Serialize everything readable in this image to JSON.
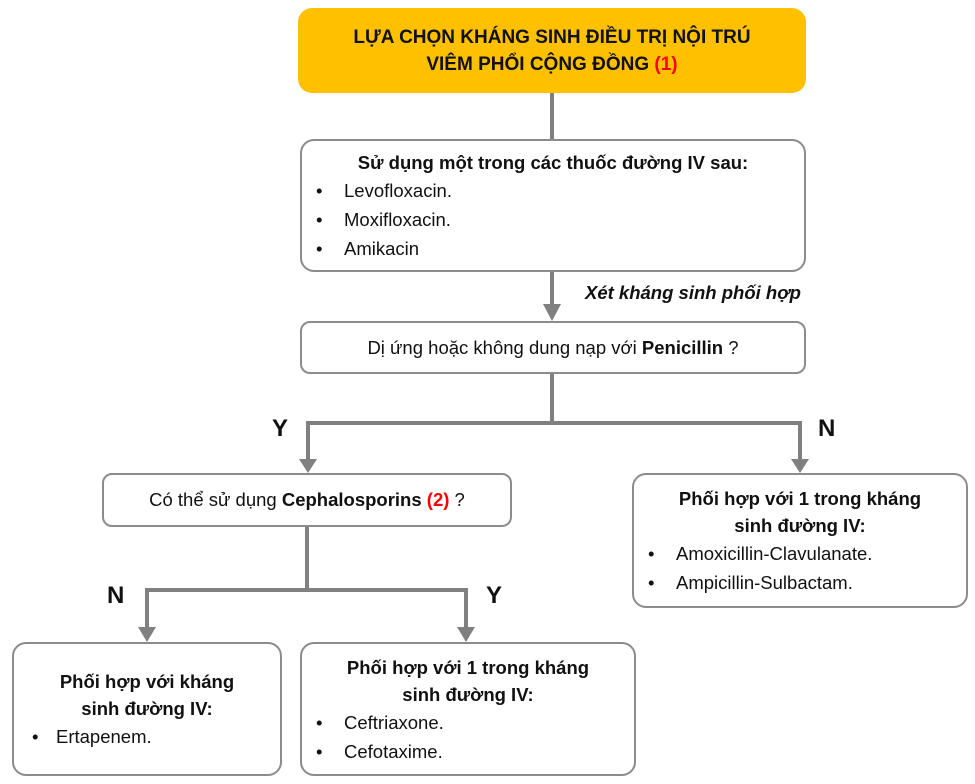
{
  "title": {
    "line1": "LỰA CHỌN KHÁNG SINH ĐIỀU TRỊ NỘI TRÚ",
    "line2": "VIÊM PHỔI CỘNG ĐỒNG",
    "ref": "(1)"
  },
  "first_line": {
    "header": "Sử dụng một trong các thuốc đường IV sau:",
    "items": [
      "Levofloxacin.",
      "Moxifloxacin.",
      "Amikacin"
    ]
  },
  "note": "Xét kháng sinh phối hợp",
  "question_penicillin": {
    "prefix": "Dị ứng hoặc không dung nạp với ",
    "bold": "Penicillin",
    "suffix": " ?"
  },
  "question_cephalosporins": {
    "prefix": "Có thể sử dụng ",
    "bold": "Cephalosporins",
    "ref": "(2)",
    "suffix": " ?"
  },
  "branch_labels": {
    "penicillin_yes": "Y",
    "penicillin_no": "N",
    "ceph_no": "N",
    "ceph_yes": "Y"
  },
  "outcome_no_penicillin_allergy": {
    "header_line1": "Phối hợp với 1 trong kháng",
    "header_line2": "sinh đường IV:",
    "items": [
      "Amoxicillin-Clavulanate.",
      "Ampicillin-Sulbactam."
    ]
  },
  "outcome_no_cephalosporin": {
    "header_line1": "Phối hợp với kháng",
    "header_line2": "sinh đường IV:",
    "items": [
      "Ertapenem."
    ]
  },
  "outcome_cephalosporin": {
    "header_line1": "Phối hợp với 1 trong kháng",
    "header_line2": "sinh đường IV:",
    "items": [
      "Ceftriaxone.",
      "Cefotaxime."
    ]
  },
  "bullet_symbol": "•",
  "colors": {
    "title_fill": "#ffc000",
    "reference_red": "#ff0000",
    "connector_gray": "#808080"
  }
}
